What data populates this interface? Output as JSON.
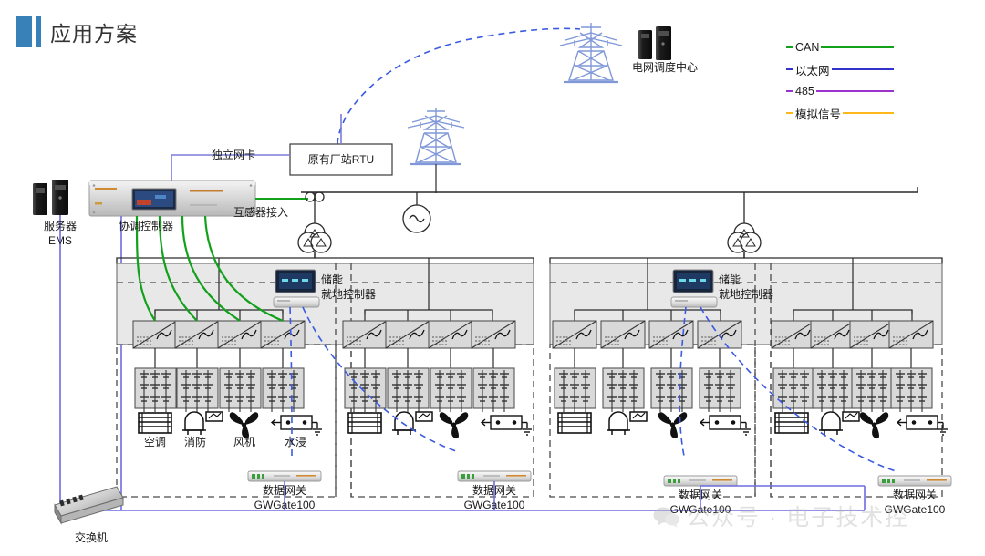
{
  "header": {
    "title": "应用方案",
    "accent_color": "#3880b8"
  },
  "legend": {
    "items": [
      {
        "label": "CAN",
        "color": "#11a11a"
      },
      {
        "label": "以太网",
        "color": "#3333cc"
      },
      {
        "label": "485",
        "color": "#9933cc"
      },
      {
        "label": "模拟信号",
        "color": "#ffb81c"
      }
    ]
  },
  "nodes": {
    "server": {
      "label_1": "服务器",
      "label_2": "EMS"
    },
    "coordinator": {
      "label": "协调控制器"
    },
    "independent_nic": {
      "label": "独立网卡"
    },
    "rtu": {
      "label": "原有厂站RTU"
    },
    "ct_access": {
      "label": "互感器接入"
    },
    "dispatch_center": {
      "label": "电网调度中心"
    },
    "switch": {
      "label": "交换机"
    },
    "local_controller": {
      "label_1": "储能",
      "label_2": "就地控制器"
    },
    "gateway": {
      "label_1": "数据网关",
      "label_2": "GWGate100"
    }
  },
  "device_icons": [
    {
      "name": "air-conditioner",
      "label": "空调"
    },
    {
      "name": "fire-protection",
      "label": "消防"
    },
    {
      "name": "fan",
      "label": "风机"
    },
    {
      "name": "water-immersion",
      "label": "水浸"
    }
  ],
  "stations": [
    {
      "id": "station-1",
      "controller": true,
      "gateway": true
    },
    {
      "id": "station-2",
      "controller": false,
      "gateway": true
    },
    {
      "id": "station-3",
      "controller": true,
      "gateway": true
    },
    {
      "id": "station-4",
      "controller": false,
      "gateway": true
    }
  ],
  "watermark": {
    "text": "公众号 · 电子技术控"
  },
  "colors": {
    "can": "#11a11a",
    "ethernet": "#3333cc",
    "rs485": "#9933cc",
    "analog": "#ffb81c",
    "line": "#3a3a3a",
    "container_fill": "#e8e8e8",
    "dashed": "#4a4a4a"
  }
}
